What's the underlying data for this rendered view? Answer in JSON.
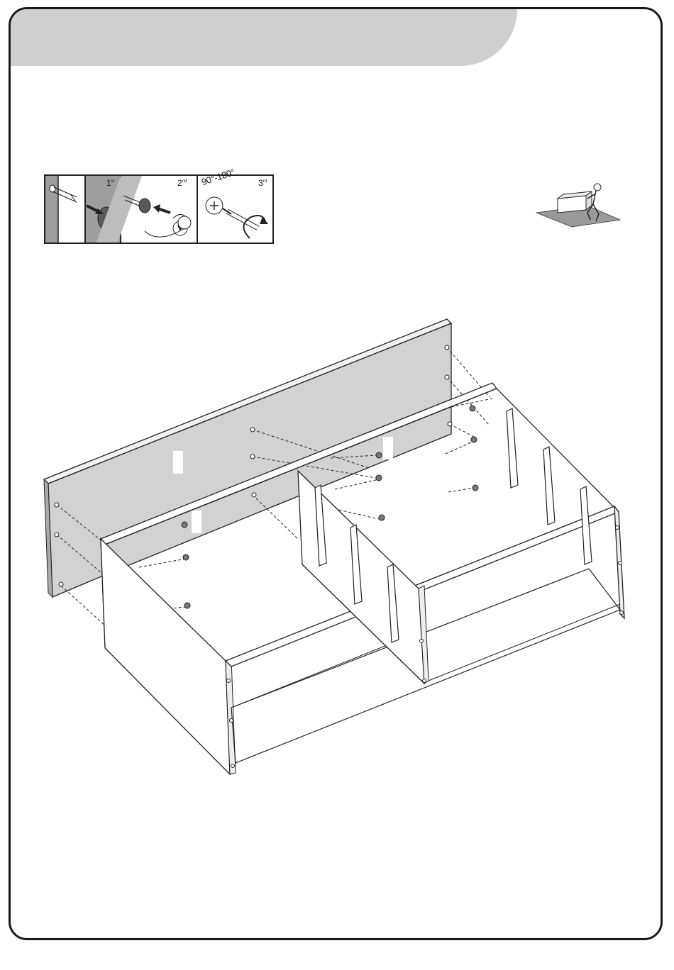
{
  "steps": [
    {
      "number": "1",
      "suffix": "st"
    },
    {
      "number": "2",
      "suffix": "nd"
    },
    {
      "number": "3",
      "suffix": "rd"
    }
  ],
  "angle_text": "90°-180°",
  "icons": [
    "bolt-icon",
    "cam-lock-icon",
    "screwdriver-icon",
    "rotate-arrow-icon",
    "person-carrying-icon"
  ],
  "colors": {
    "header": "#cfcfcf",
    "panel": "#d2d2d2",
    "line": "#1a1a1a"
  }
}
